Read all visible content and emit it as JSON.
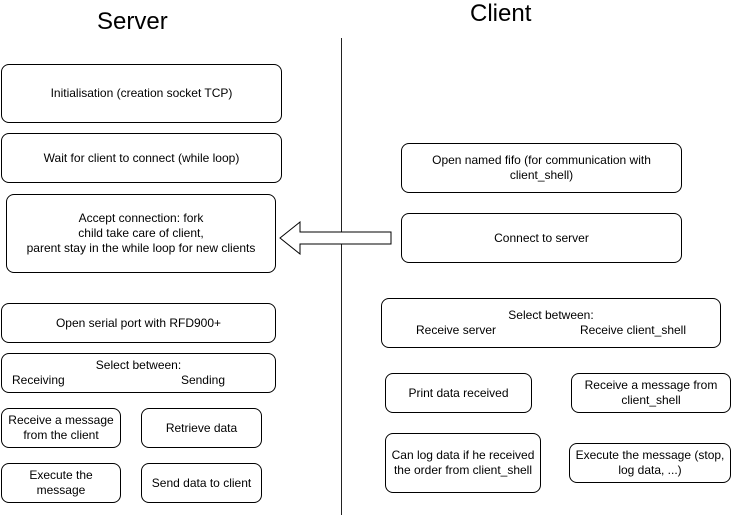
{
  "titles": {
    "server": "Server",
    "client": "Client"
  },
  "server": {
    "init": "Initialisation (creation socket TCP)",
    "wait": "Wait for client to connect (while loop)",
    "accept": [
      "Accept connection: fork",
      "child take care of client,",
      "parent stay in the while loop for new clients"
    ],
    "serial": "Open serial port with RFD900+",
    "select": {
      "title": "Select between:",
      "left": "Receiving",
      "right": "Sending"
    },
    "receive_msg": [
      "Receive a message",
      "from the client"
    ],
    "retrieve": "Retrieve data",
    "execute": [
      "Execute the",
      "message"
    ],
    "send": "Send data to client"
  },
  "client": {
    "fifo": [
      "Open named fifo (for communication with",
      "client_shell)"
    ],
    "connect": "Connect to server",
    "select": {
      "title": "Select between:",
      "left": "Receive server",
      "right": "Receive client_shell"
    },
    "print": "Print data received",
    "receive_shell": [
      "Receive a message from",
      "client_shell"
    ],
    "log": [
      "Can log data if  he received",
      "the order from client_shell"
    ],
    "execute": [
      "Execute the message (stop,",
      "log data, ...)"
    ]
  }
}
